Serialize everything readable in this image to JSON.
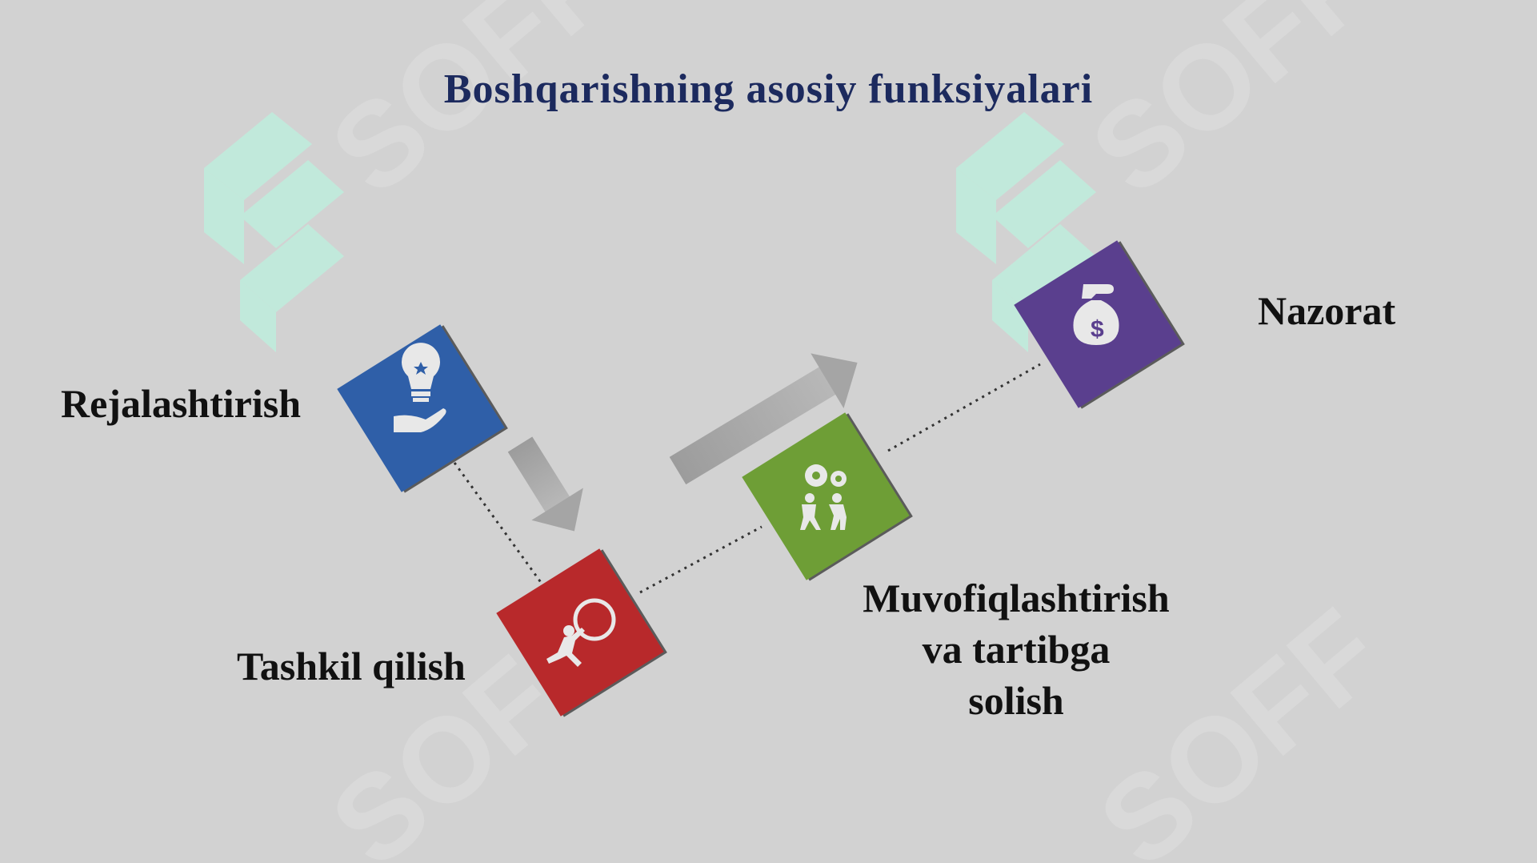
{
  "slide": {
    "title": "Boshqarishning asosiy funksiyalari"
  },
  "functions": [
    {
      "label": "Rejalashtirish",
      "color": "#2f5fa8",
      "icon": "lightbulb-hand-icon"
    },
    {
      "label": "Tashkil qilish",
      "color": "#b8292b",
      "icon": "person-pushing-ball-icon"
    },
    {
      "label_lines": [
        "Muvofiqlashtirish",
        "va tartibga",
        "solish"
      ],
      "color": "#6e9e36",
      "icon": "gears-teamwork-icon"
    },
    {
      "label": "Nazorat",
      "color": "#5a3f8e",
      "icon": "hand-money-bag-icon"
    }
  ],
  "watermark": {
    "text": "SOFF",
    "color": "#b9ecd6"
  },
  "arrow_color": "#a9a9a9"
}
